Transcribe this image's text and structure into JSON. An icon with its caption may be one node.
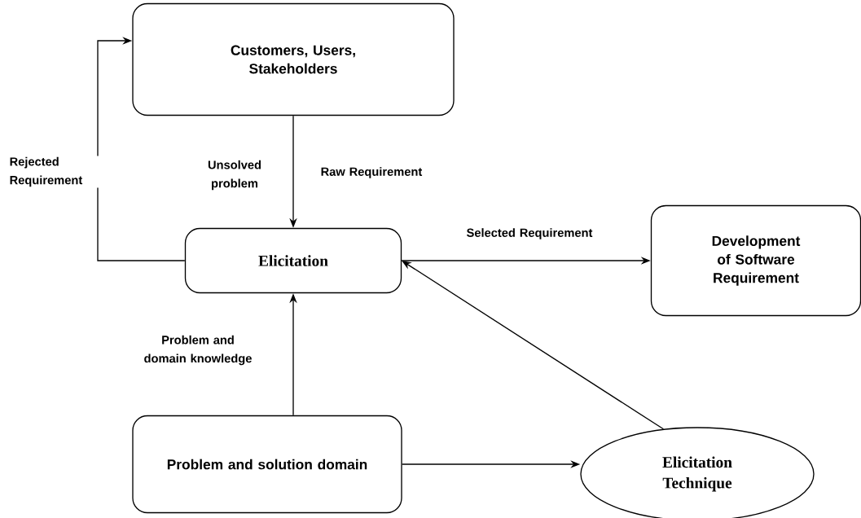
{
  "diagram": {
    "nodes": [
      {
        "text": [
          "Customers, Users, Stakeholders"
        ]
      },
      {
        "text": [
          "Elicitation"
        ]
      },
      {
        "text": [
          "Development of Software Requirement"
        ]
      },
      {
        "text": [
          "Problem and solution domain"
        ]
      },
      {
        "text": [
          "Elicitation Technique"
        ]
      }
    ],
    "edges": [
      {
        "from": 0,
        "to": 1,
        "arrow": "to",
        "label": "Raw Requirement"
      },
      {
        "from": 1,
        "to": 0,
        "arrow": "to",
        "label": "Rejected Requirement"
      },
      {
        "from": 1,
        "to": 2,
        "arrow": "to",
        "label": "Selected Requirement"
      },
      {
        "from": 3,
        "to": 1,
        "arrow": "to",
        "label": "Problem and domain knowledge"
      },
      {
        "from": 3,
        "to": 4,
        "arrow": "to"
      },
      {
        "from": 4,
        "to": 1,
        "arrow": "to"
      }
    ],
    "labels": [
      "Unsolved problem"
    ]
  }
}
